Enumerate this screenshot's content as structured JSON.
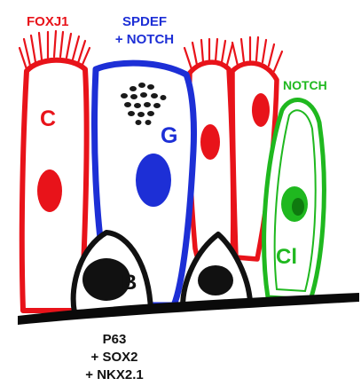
{
  "labels": {
    "foxj1": "FOXJ1",
    "spdef_line1": "SPDEF",
    "spdef_line2": "+ NOTCH",
    "notch": "NOTCH",
    "ciliated_cell": "C",
    "goblet_cell": "G",
    "club_cell": "Cl",
    "basal_cell": "B",
    "basal_marker_1": "P63",
    "basal_marker_2": "+ SOX2",
    "basal_marker_3": "+ NKX2.1"
  },
  "colors": {
    "ciliated": "#e8131a",
    "goblet": "#1d2fd6",
    "club": "#1fb81f",
    "basal": "#111111",
    "basal_membrane": "#0a0a0a"
  }
}
